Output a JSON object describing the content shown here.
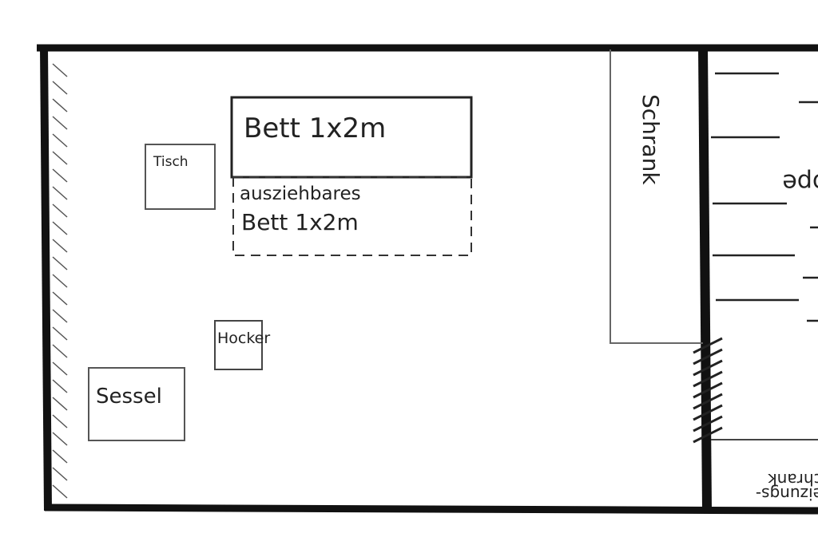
{
  "plan": {
    "bed": "Bett 1x2m",
    "pullout_bed_line1": "ausziehbares",
    "pullout_bed_line2": "Bett 1x2m",
    "table": "Tisch",
    "stool": "Hocker",
    "armchair": "Sessel",
    "wardrobe": "Schrank",
    "stairs": "Treppe",
    "heating_line1": "Heizungs-",
    "heating_line2": "schrank"
  }
}
